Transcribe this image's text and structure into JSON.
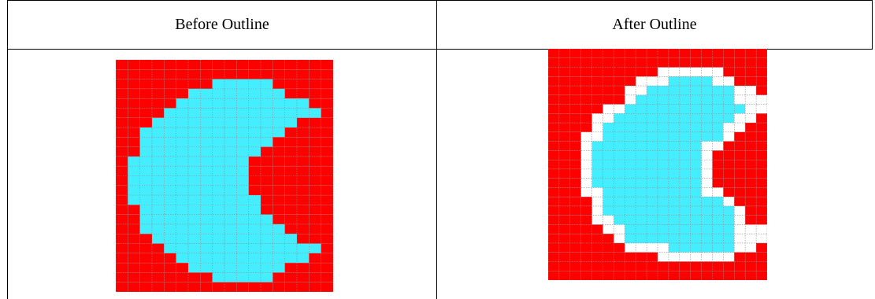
{
  "table": {
    "headers": [
      "Before Outline",
      "After Outline"
    ]
  },
  "colors": {
    "background": "#ff0000",
    "fill": "#44eeff",
    "outline": "#ffffff",
    "grid": "#8a8a8a"
  },
  "grids": {
    "before": [
      "000000000000000000",
      "000000000000000000",
      "000000001111100000",
      "000000111111110000",
      "000001111111111100",
      "000011111111111110",
      "000111111111111000",
      "001111111111110000",
      "001111111111100000",
      "001111111111000000",
      "011111111110000000",
      "011111111110000000",
      "011111111110000000",
      "011111111110000000",
      "011111111111000000",
      "001111111111000000",
      "001111111111100000",
      "001111111111110000",
      "000111111111111000",
      "000011111111111110",
      "000001111111111100",
      "000000111111110000",
      "000000001111100000",
      "000000000000000000"
    ],
    "after": [
      "00000000000000000000",
      "00000000000000000000",
      "00000000002222220000",
      "00000000222111122000",
      "00000002211111111220",
      "00000002111111111222",
      "00000221111111111122",
      "00002211111111111220",
      "00002111111111112200",
      "00022111111111112000",
      "00021111111111220000",
      "00021111111111200000",
      "00021111111111200000",
      "00021111111111200000",
      "00021111111111200000",
      "00022111111111220000",
      "00002111111111112000",
      "00002111111111111200",
      "00002211111111111200",
      "00000221111111111222",
      "00000021111111111222",
      "00000002222111111220",
      "00000000002222222000",
      "00000000000000000000",
      "00000000000000000000"
    ]
  }
}
